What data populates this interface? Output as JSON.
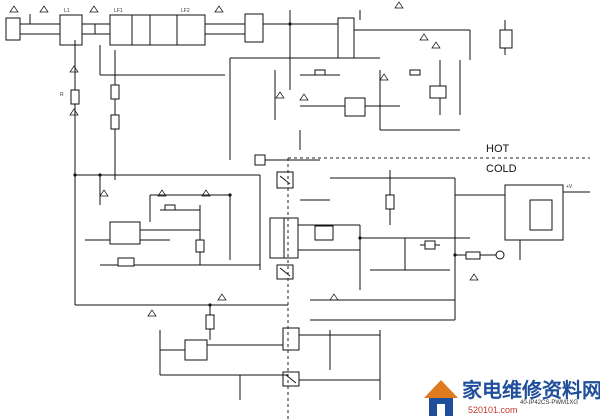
{
  "labels": {
    "hot": "HOT",
    "cold": "COLD",
    "board_code": "40-IP42CS-PWM1XG"
  },
  "watermark": {
    "text_cn": "家电维修资料网",
    "url": "520101.com",
    "logo_icon": "house-logo-icon",
    "colors": {
      "logo_orange": "#e07a1f",
      "logo_blue": "#1f4f9a",
      "url_red": "#c0392b"
    }
  }
}
